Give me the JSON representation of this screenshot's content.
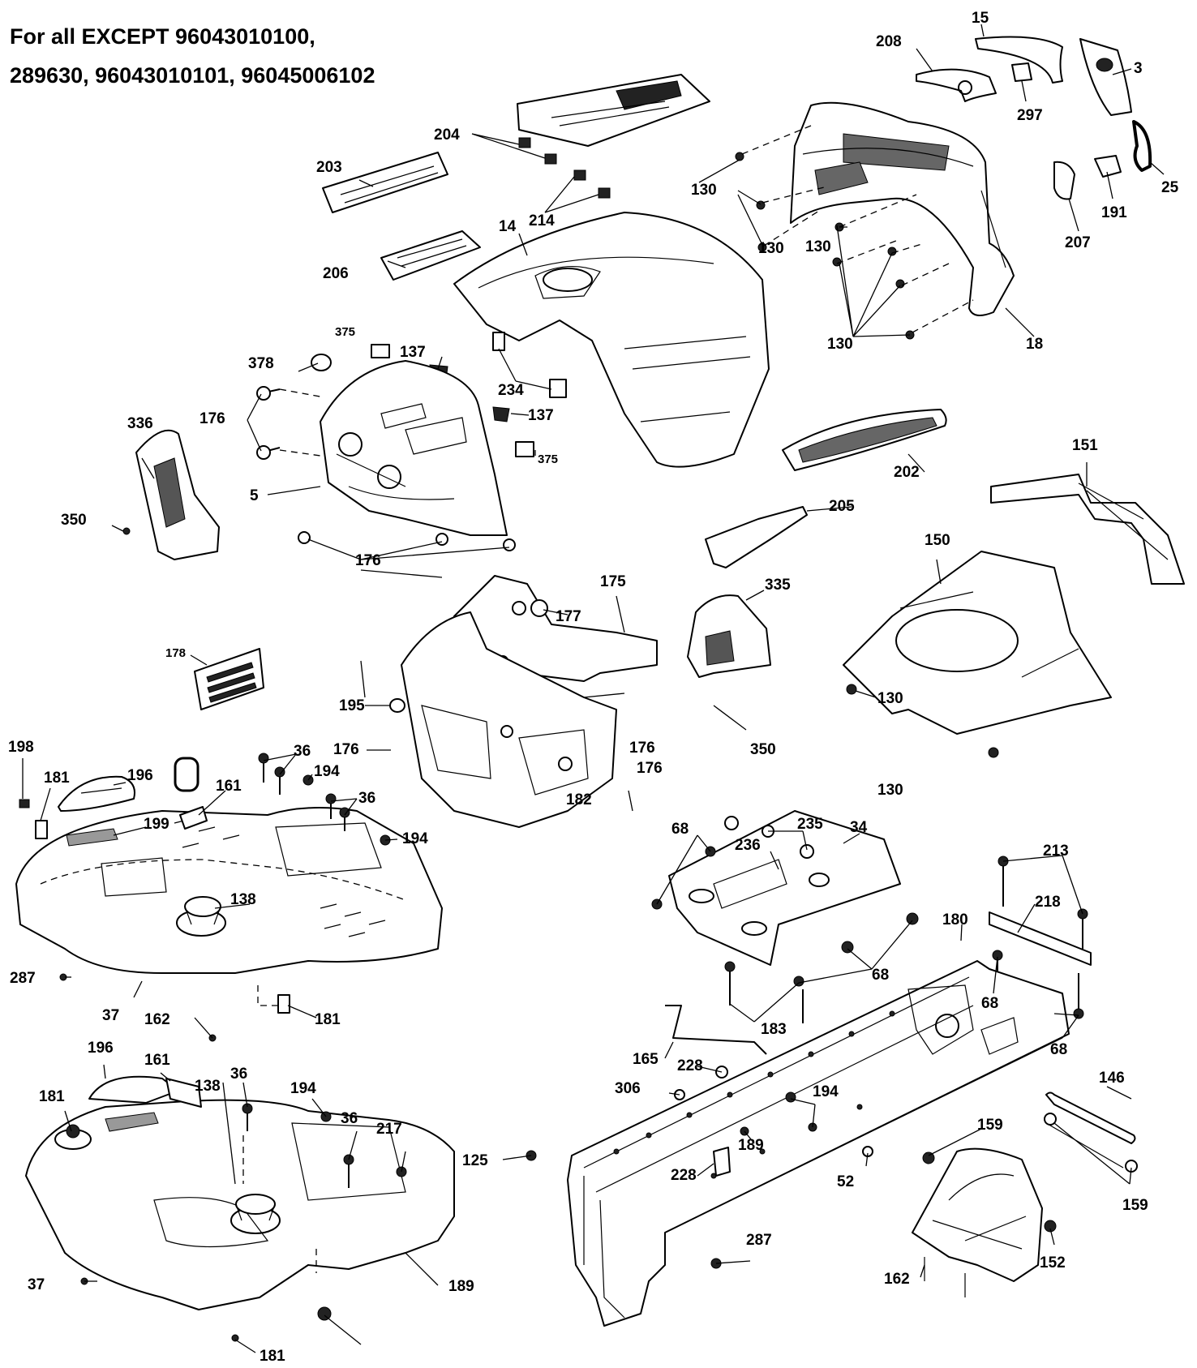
{
  "header": {
    "line1": "For all EXCEPT 96043010100,",
    "line2": "289630, 96043010101, 96045006102"
  },
  "callouts": [
    "15",
    "208",
    "3",
    "297",
    "25",
    "191",
    "207",
    "204",
    "130",
    "130",
    "130",
    "130",
    "18",
    "203",
    "214",
    "14",
    "206",
    "375",
    "137",
    "378",
    "234",
    "176",
    "137",
    "375",
    "336",
    "5",
    "350",
    "202",
    "205",
    "151",
    "150",
    "176",
    "175",
    "177",
    "335",
    "178",
    "176",
    "195",
    "130",
    "350",
    "198",
    "176",
    "176",
    "181",
    "196",
    "161",
    "199",
    "36",
    "194",
    "36",
    "194",
    "182",
    "130",
    "68",
    "235",
    "236",
    "34",
    "213",
    "218",
    "138",
    "180",
    "68",
    "68",
    "287",
    "37",
    "162",
    "181",
    "183",
    "68",
    "165",
    "228",
    "196",
    "161",
    "181",
    "138",
    "36",
    "194",
    "306",
    "36",
    "194",
    "217",
    "146",
    "189",
    "159",
    "125",
    "228",
    "52",
    "159",
    "287",
    "37",
    "189",
    "152",
    "162",
    "181"
  ]
}
